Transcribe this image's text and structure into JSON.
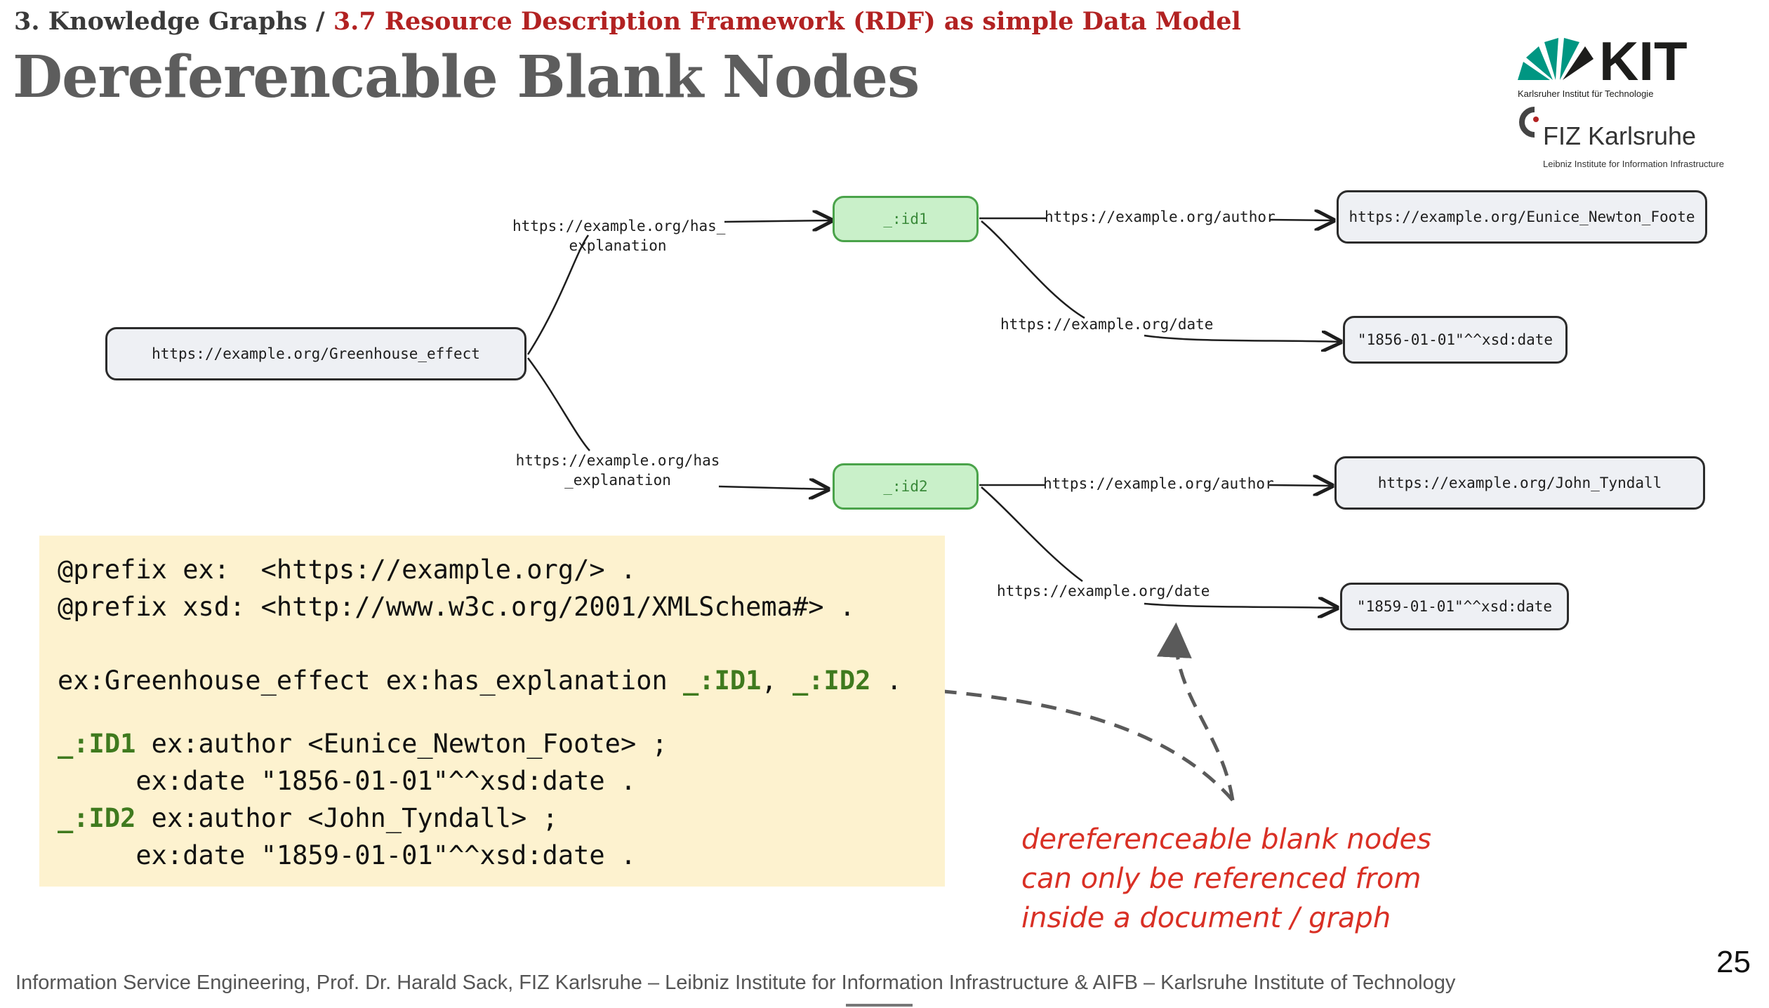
{
  "header": {
    "section": "3. Knowledge Graphs /",
    "subsection": "3.7 Resource Description Framework (RDF) as simple Data Model",
    "title": "Dereferencable Blank Nodes"
  },
  "logos": {
    "kit_name": "KIT",
    "kit_subtitle": "Karlsruher Institut für Technologie",
    "fiz_name": "FIZ Karlsruhe",
    "fiz_subtitle": "Leibniz Institute for Information Infrastructure",
    "kit_color": "#009682",
    "fiz_accent": "#b22222"
  },
  "diagram": {
    "nodes": {
      "greenhouse": "https://example.org/Greenhouse_effect",
      "id1": "_:id1",
      "id2": "_:id2",
      "foote": "https://example.org/Eunice_Newton_Foote",
      "date1": "\"1856-01-01\"^^xsd:date",
      "tyndall": "https://example.org/John_Tyndall",
      "date2": "\"1859-01-01\"^^xsd:date"
    },
    "edges": {
      "has_explanation_1_a": "https://example.org/has_",
      "has_explanation_1_b": "explanation",
      "has_explanation_2_a": "https://example.org/has",
      "has_explanation_2_b": "_explanation",
      "author_1": "https://example.org/author",
      "date_1": "https://example.org/date",
      "author_2": "https://example.org/author",
      "date_2": "https://example.org/date"
    }
  },
  "code": {
    "prefix_ex": "@prefix ex:  <https://example.org/> .",
    "prefix_xsd": "@prefix xsd: <http://www.w3c.org/2001/XMLSchema#> .",
    "line3_a": "ex:Greenhouse_effect ex:has_explanation ",
    "line3_id1": "_:ID1",
    "line3_comma": ", ",
    "line3_id2": "_:ID2",
    "line3_end": " .",
    "line4_id": "_:ID1",
    "line4_rest": " ex:author <Eunice_Newton_Foote> ;",
    "line5": "     ex:date \"1856-01-01\"^^xsd:date .",
    "line6_id": "_:ID2",
    "line6_rest": " ex:author <John_Tyndall> ;",
    "line7": "     ex:date \"1859-01-01\"^^xsd:date ."
  },
  "annotation": {
    "line1": "dereferenceable blank nodes",
    "line2": "can only be referenced from",
    "line3": "inside a document / graph",
    "color": "#d93025"
  },
  "footer": {
    "text": "Information Service Engineering, Prof. Dr. Harald Sack, FIZ Karlsruhe – Leibniz Institute for Information Infrastructure & AIFB – Karlsruhe Institute of Technology",
    "page_number": "25"
  }
}
